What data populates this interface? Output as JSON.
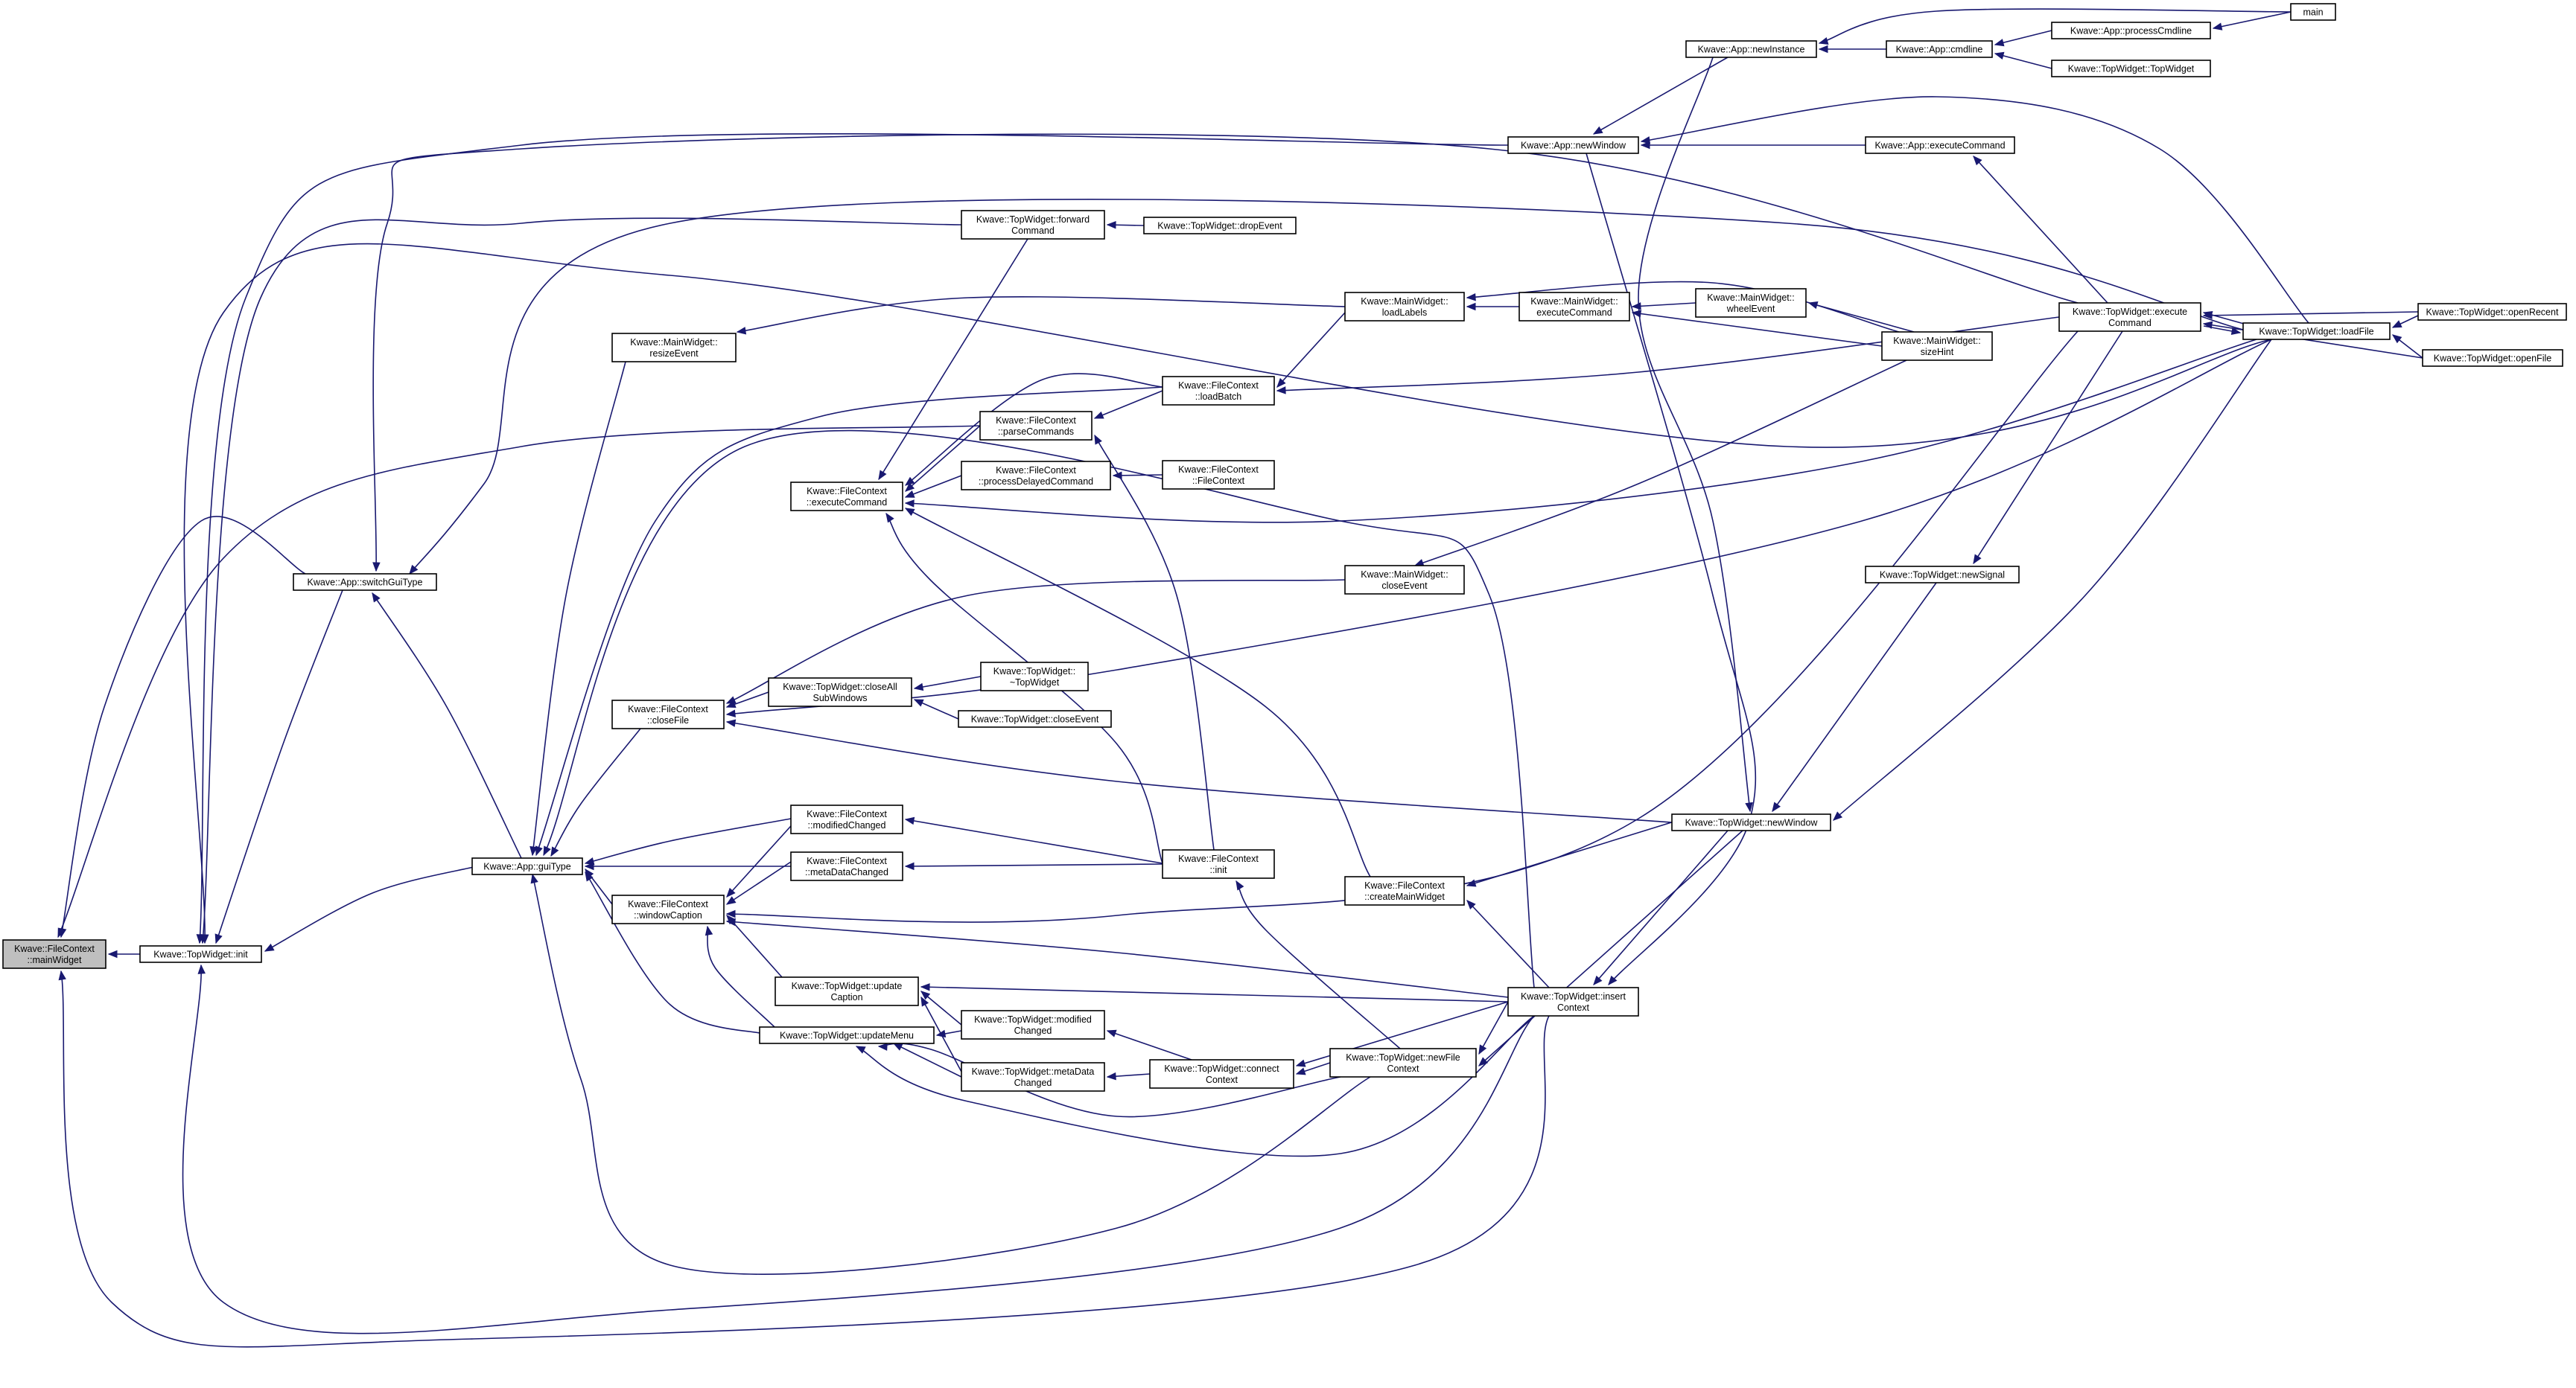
{
  "diagram": {
    "colors": {
      "edge": "#191970",
      "node_border": "#000000",
      "node_fill": "#ffffff",
      "highlight_fill": "#bfbfbf",
      "background": "#ffffff"
    },
    "nodes": [
      {
        "id": "mainWidget",
        "label": [
          "Kwave::FileContext",
          "::mainWidget"
        ],
        "highlight": true
      },
      {
        "id": "twInit",
        "label": [
          "Kwave::TopWidget::init"
        ]
      },
      {
        "id": "switchGuiType",
        "label": [
          "Kwave::App::switchGuiType"
        ]
      },
      {
        "id": "guiType",
        "label": [
          "Kwave::App::guiType"
        ]
      },
      {
        "id": "resizeEvent",
        "label": [
          "Kwave::MainWidget::",
          "resizeEvent"
        ]
      },
      {
        "id": "fcCloseFile",
        "label": [
          "Kwave::FileContext",
          "::closeFile"
        ]
      },
      {
        "id": "fcWindowCaption",
        "label": [
          "Kwave::FileContext",
          "::windowCaption"
        ]
      },
      {
        "id": "fcExecuteCommand",
        "label": [
          "Kwave::FileContext",
          "::executeCommand"
        ]
      },
      {
        "id": "fcModifiedChanged",
        "label": [
          "Kwave::FileContext",
          "::modifiedChanged"
        ]
      },
      {
        "id": "fcMetaDataChanged",
        "label": [
          "Kwave::FileContext",
          "::metaDataChanged"
        ]
      },
      {
        "id": "twUpdateCaption",
        "label": [
          "Kwave::TopWidget::update",
          "Caption"
        ]
      },
      {
        "id": "twUpdateMenu",
        "label": [
          "Kwave::TopWidget::updateMenu"
        ]
      },
      {
        "id": "twForwardCommand",
        "label": [
          "Kwave::TopWidget::forward",
          "Command"
        ]
      },
      {
        "id": "fcParseCommands",
        "label": [
          "Kwave::FileContext",
          "::parseCommands"
        ]
      },
      {
        "id": "fcProcessDelayedCommand",
        "label": [
          "Kwave::FileContext",
          "::processDelayedCommand"
        ]
      },
      {
        "id": "twCloseAllSubWindows",
        "label": [
          "Kwave::TopWidget::closeAll",
          "SubWindows"
        ]
      },
      {
        "id": "twModifiedChanged",
        "label": [
          "Kwave::TopWidget::modified",
          "Changed"
        ]
      },
      {
        "id": "twMetaDataChanged",
        "label": [
          "Kwave::TopWidget::metaData",
          "Changed"
        ]
      },
      {
        "id": "twDropEvent",
        "label": [
          "Kwave::TopWidget::dropEvent"
        ]
      },
      {
        "id": "twDestructor",
        "label": [
          "Kwave::TopWidget::",
          "~TopWidget"
        ]
      },
      {
        "id": "twCloseEvent",
        "label": [
          "Kwave::TopWidget::closeEvent"
        ]
      },
      {
        "id": "fcLoadBatch",
        "label": [
          "Kwave::FileContext",
          "::loadBatch"
        ]
      },
      {
        "id": "fcFileContext",
        "label": [
          "Kwave::FileContext",
          "::FileContext"
        ]
      },
      {
        "id": "fcInit",
        "label": [
          "Kwave::FileContext",
          "::init"
        ]
      },
      {
        "id": "twConnectContext",
        "label": [
          "Kwave::TopWidget::connect",
          "Context"
        ]
      },
      {
        "id": "mwLoadLabels",
        "label": [
          "Kwave::MainWidget::",
          "loadLabels"
        ]
      },
      {
        "id": "mwCloseEvent",
        "label": [
          "Kwave::MainWidget::",
          "closeEvent"
        ]
      },
      {
        "id": "fcCreateMainWidget",
        "label": [
          "Kwave::FileContext",
          "::createMainWidget"
        ]
      },
      {
        "id": "twNewFileContext",
        "label": [
          "Kwave::TopWidget::newFile",
          "Context"
        ]
      },
      {
        "id": "appNewWindow",
        "label": [
          "Kwave::App::newWindow"
        ]
      },
      {
        "id": "twInsertContext",
        "label": [
          "Kwave::TopWidget::insert",
          "Context"
        ]
      },
      {
        "id": "mwExecuteCommand",
        "label": [
          "Kwave::MainWidget::",
          "executeCommand"
        ]
      },
      {
        "id": "appNewInstance",
        "label": [
          "Kwave::App::newInstance"
        ]
      },
      {
        "id": "twNewWindow",
        "label": [
          "Kwave::TopWidget::newWindow"
        ]
      },
      {
        "id": "mwWheelEvent",
        "label": [
          "Kwave::MainWidget::",
          "wheelEvent"
        ]
      },
      {
        "id": "mwSizeHint",
        "label": [
          "Kwave::MainWidget::",
          "sizeHint"
        ]
      },
      {
        "id": "appCmdline",
        "label": [
          "Kwave::App::cmdline"
        ]
      },
      {
        "id": "appExecuteCommand",
        "label": [
          "Kwave::App::executeCommand"
        ]
      },
      {
        "id": "twNewSignal",
        "label": [
          "Kwave::TopWidget::newSignal"
        ]
      },
      {
        "id": "appProcessCmdline",
        "label": [
          "Kwave::App::processCmdline"
        ]
      },
      {
        "id": "twTopWidget",
        "label": [
          "Kwave::TopWidget::TopWidget"
        ]
      },
      {
        "id": "twExecuteCommand",
        "label": [
          "Kwave::TopWidget::execute",
          "Command"
        ]
      },
      {
        "id": "twLoadFile",
        "label": [
          "Kwave::TopWidget::loadFile"
        ]
      },
      {
        "id": "main",
        "label": [
          "main"
        ]
      },
      {
        "id": "twOpenRecent",
        "label": [
          "Kwave::TopWidget::openRecent"
        ]
      },
      {
        "id": "twOpenFile",
        "label": [
          "Kwave::TopWidget::openFile"
        ]
      }
    ],
    "edges": [
      {
        "from": "twInit",
        "to": "mainWidget"
      },
      {
        "from": "switchGuiType",
        "to": "mainWidget"
      },
      {
        "from": "fcParseCommands",
        "to": "mainWidget"
      },
      {
        "from": "twInsertContext",
        "to": "mainWidget"
      },
      {
        "from": "guiType",
        "to": "twInit"
      },
      {
        "from": "switchGuiType",
        "to": "twInit"
      },
      {
        "from": "twForwardCommand",
        "to": "twInit"
      },
      {
        "from": "twInsertContext",
        "to": "twInit"
      },
      {
        "from": "appNewWindow",
        "to": "twInit"
      },
      {
        "from": "twLoadFile",
        "to": "twInit"
      },
      {
        "from": "guiType",
        "to": "switchGuiType"
      },
      {
        "from": "twExecuteCommand",
        "to": "switchGuiType"
      },
      {
        "from": "twLoadFile",
        "to": "switchGuiType"
      },
      {
        "from": "fcCloseFile",
        "to": "guiType"
      },
      {
        "from": "fcWindowCaption",
        "to": "guiType"
      },
      {
        "from": "fcModifiedChanged",
        "to": "guiType"
      },
      {
        "from": "fcMetaDataChanged",
        "to": "guiType"
      },
      {
        "from": "twUpdateMenu",
        "to": "guiType"
      },
      {
        "from": "resizeEvent",
        "to": "guiType"
      },
      {
        "from": "fcLoadBatch",
        "to": "guiType"
      },
      {
        "from": "twInsertContext",
        "to": "guiType"
      },
      {
        "from": "twNewFileContext",
        "to": "guiType"
      },
      {
        "from": "mwLoadLabels",
        "to": "resizeEvent"
      },
      {
        "from": "twCloseAllSubWindows",
        "to": "fcCloseFile"
      },
      {
        "from": "mwCloseEvent",
        "to": "fcCloseFile"
      },
      {
        "from": "twNewWindow",
        "to": "fcCloseFile"
      },
      {
        "from": "twLoadFile",
        "to": "fcCloseFile"
      },
      {
        "from": "fcModifiedChanged",
        "to": "fcWindowCaption"
      },
      {
        "from": "fcMetaDataChanged",
        "to": "fcWindowCaption"
      },
      {
        "from": "twUpdateCaption",
        "to": "fcWindowCaption"
      },
      {
        "from": "twUpdateMenu",
        "to": "fcWindowCaption"
      },
      {
        "from": "twInsertContext",
        "to": "fcWindowCaption"
      },
      {
        "from": "twExecuteCommand",
        "to": "fcWindowCaption"
      },
      {
        "from": "fcParseCommands",
        "to": "fcExecuteCommand"
      },
      {
        "from": "fcProcessDelayedCommand",
        "to": "fcExecuteCommand"
      },
      {
        "from": "fcLoadBatch",
        "to": "fcExecuteCommand"
      },
      {
        "from": "fcInit",
        "to": "fcExecuteCommand"
      },
      {
        "from": "fcCreateMainWidget",
        "to": "fcExecuteCommand"
      },
      {
        "from": "twLoadFile",
        "to": "fcExecuteCommand"
      },
      {
        "from": "twForwardCommand",
        "to": "fcExecuteCommand"
      },
      {
        "from": "fcInit",
        "to": "fcModifiedChanged"
      },
      {
        "from": "fcInit",
        "to": "fcMetaDataChanged"
      },
      {
        "from": "twModifiedChanged",
        "to": "twUpdateCaption"
      },
      {
        "from": "twMetaDataChanged",
        "to": "twUpdateCaption"
      },
      {
        "from": "twInsertContext",
        "to": "twUpdateCaption"
      },
      {
        "from": "twModifiedChanged",
        "to": "twUpdateMenu"
      },
      {
        "from": "twMetaDataChanged",
        "to": "twUpdateMenu"
      },
      {
        "from": "twInsertContext",
        "to": "twUpdateMenu"
      },
      {
        "from": "twNewFileContext",
        "to": "twUpdateMenu"
      },
      {
        "from": "twDropEvent",
        "to": "twForwardCommand"
      },
      {
        "from": "fcLoadBatch",
        "to": "fcParseCommands"
      },
      {
        "from": "fcInit",
        "to": "fcParseCommands"
      },
      {
        "from": "fcFileContext",
        "to": "fcProcessDelayedCommand"
      },
      {
        "from": "twDestructor",
        "to": "twCloseAllSubWindows"
      },
      {
        "from": "twCloseEvent",
        "to": "twCloseAllSubWindows"
      },
      {
        "from": "twConnectContext",
        "to": "twModifiedChanged"
      },
      {
        "from": "twConnectContext",
        "to": "twMetaDataChanged"
      },
      {
        "from": "mwLoadLabels",
        "to": "fcLoadBatch"
      },
      {
        "from": "twExecuteCommand",
        "to": "fcLoadBatch"
      },
      {
        "from": "twNewFileContext",
        "to": "fcInit"
      },
      {
        "from": "twNewFileContext",
        "to": "twConnectContext"
      },
      {
        "from": "twInsertContext",
        "to": "twConnectContext"
      },
      {
        "from": "mwExecuteCommand",
        "to": "mwLoadLabels"
      },
      {
        "from": "mwSizeHint",
        "to": "mwLoadLabels"
      },
      {
        "from": "mwSizeHint",
        "to": "mwCloseEvent"
      },
      {
        "from": "twNewWindow",
        "to": "fcCreateMainWidget"
      },
      {
        "from": "twInsertContext",
        "to": "fcCreateMainWidget"
      },
      {
        "from": "twInsertContext",
        "to": "twNewFileContext"
      },
      {
        "from": "twNewWindow",
        "to": "twNewFileContext"
      },
      {
        "from": "appNewInstance",
        "to": "appNewWindow"
      },
      {
        "from": "appExecuteCommand",
        "to": "appNewWindow"
      },
      {
        "from": "twLoadFile",
        "to": "appNewWindow"
      },
      {
        "from": "twNewWindow",
        "to": "twInsertContext"
      },
      {
        "from": "appNewWindow",
        "to": "twInsertContext"
      },
      {
        "from": "mwWheelEvent",
        "to": "mwExecuteCommand"
      },
      {
        "from": "mwSizeHint",
        "to": "mwExecuteCommand"
      },
      {
        "from": "mwSizeHint",
        "to": "mwWheelEvent"
      },
      {
        "from": "appCmdline",
        "to": "appNewInstance"
      },
      {
        "from": "main",
        "to": "appNewInstance"
      },
      {
        "from": "appNewInstance",
        "to": "twNewWindow"
      },
      {
        "from": "twNewSignal",
        "to": "twNewWindow"
      },
      {
        "from": "twLoadFile",
        "to": "twNewWindow"
      },
      {
        "from": "appProcessCmdline",
        "to": "appCmdline"
      },
      {
        "from": "twTopWidget",
        "to": "appCmdline"
      },
      {
        "from": "twExecuteCommand",
        "to": "appExecuteCommand"
      },
      {
        "from": "twExecuteCommand",
        "to": "twNewSignal"
      },
      {
        "from": "main",
        "to": "appProcessCmdline"
      },
      {
        "from": "twLoadFile",
        "to": "twExecuteCommand"
      },
      {
        "from": "twOpenRecent",
        "to": "twExecuteCommand"
      },
      {
        "from": "twOpenFile",
        "to": "twExecuteCommand"
      },
      {
        "from": "twExecuteCommand",
        "to": "twLoadFile"
      },
      {
        "from": "twOpenRecent",
        "to": "twLoadFile"
      },
      {
        "from": "twOpenFile",
        "to": "twLoadFile"
      }
    ]
  }
}
